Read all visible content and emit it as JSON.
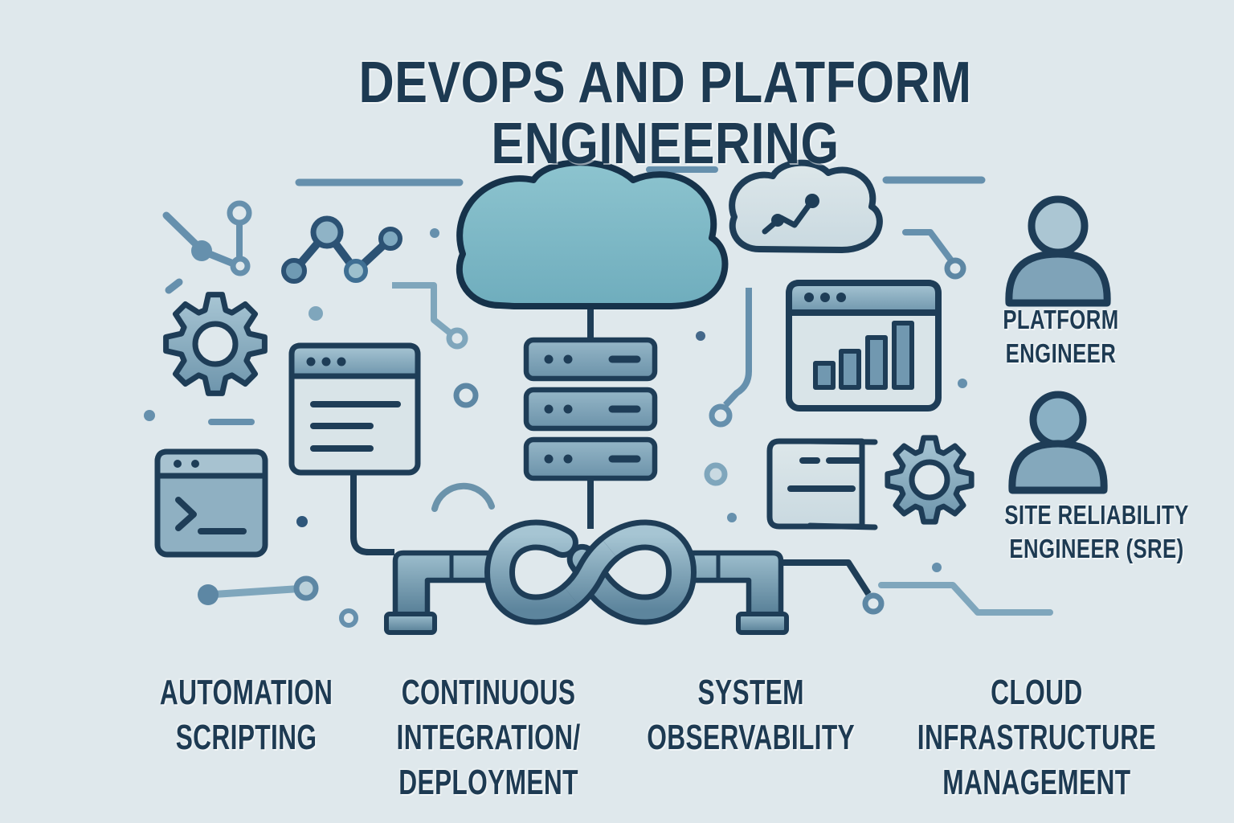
{
  "title": "DEVOPS AND PLATFORM ENGINEERING",
  "roles": {
    "platform_engineer": {
      "label": "PLATFORM\nENGINEER"
    },
    "sre": {
      "label": "SITE RELIABILITY\nENGINEER (SRE)"
    }
  },
  "categories": [
    {
      "id": "automation-scripting",
      "label": "AUTOMATION\nSCRIPTING"
    },
    {
      "id": "continuous-integration-deployment",
      "label": "CONTINUOUS\nINTEGRATION/\nDEPLOYMENT"
    },
    {
      "id": "system-observability",
      "label": "SYSTEM\nOBSERVABILITY"
    },
    {
      "id": "cloud-infrastructure-management",
      "label": "CLOUD\nINFRASTRUCTURE\nMANAGEMENT"
    }
  ],
  "icons": {
    "commit-graph-icon": "small network of connected dots",
    "trend-nodes-icon": "zigzag line with node circles",
    "gear-icon": "cog wheel",
    "document-window-icon": "browser window with text lines",
    "terminal-icon": "terminal window with prompt",
    "cloud-icon": "large teal cloud",
    "server-stack-icon": "three stacked servers",
    "devops-infinity-icon": "infinity loop ribbon",
    "pipe-icon": "pipeline elbow pipes",
    "monitoring-cloud-icon": "cloud with trend line",
    "analytics-window-icon": "window with rising bar chart",
    "note-icon": "script scroll with text dashes",
    "person-icon": "user silhouette"
  },
  "colors": {
    "background": "#dfe8ec",
    "ink": "#1e3d57",
    "steel": "#6690ad",
    "light_steel": "#8fb3c6",
    "cloud_teal": "#82bac7",
    "pale_fill": "#d8e3e8"
  }
}
